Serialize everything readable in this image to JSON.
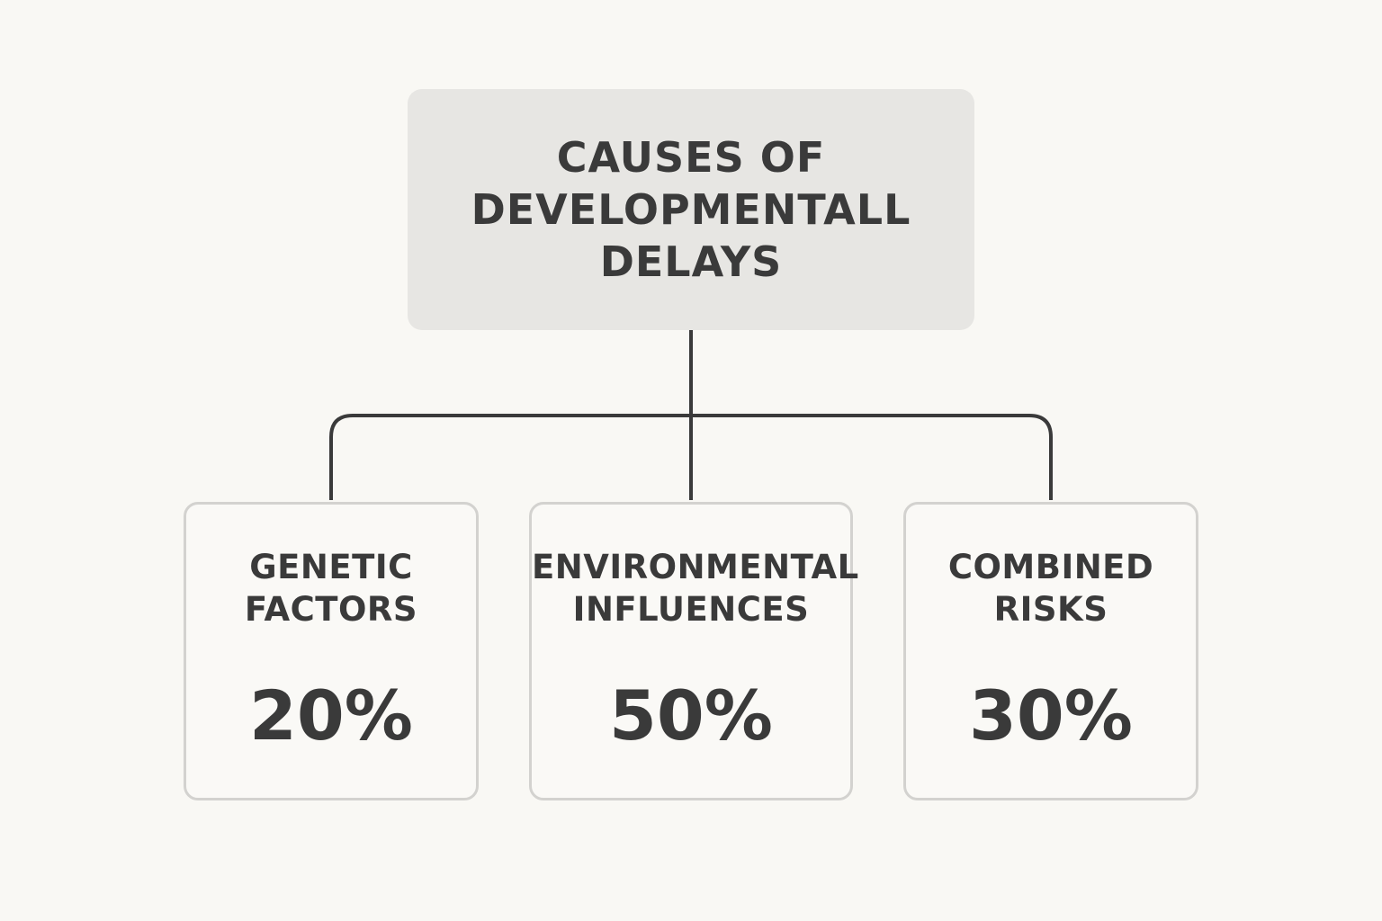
{
  "root": {
    "title_lines": [
      "CAUSES OF",
      "DEVELOPMENTALL",
      "DELAYS"
    ]
  },
  "branches": [
    {
      "label_lines": [
        "GENETIC",
        "FACTORS"
      ],
      "value": "20%"
    },
    {
      "label_lines": [
        "ENVIRONMENTAL",
        "INFLUENCES"
      ],
      "value": "50%"
    },
    {
      "label_lines": [
        "COMBINED",
        "RISKS"
      ],
      "value": "30%"
    }
  ],
  "colors": {
    "background": "#f9f8f4",
    "root_fill": "#e7e6e3",
    "leaf_border": "#d3d2cf",
    "text": "#3a3a3a",
    "connector": "#3a3a3a"
  }
}
